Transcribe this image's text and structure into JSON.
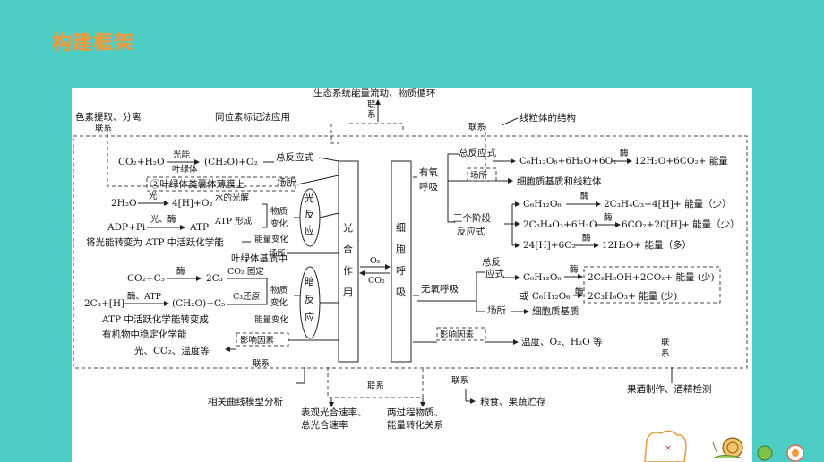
{
  "title": "构建框架",
  "top": {
    "ecosystem": "生态系统能量流动、物质循环",
    "lianxi": "联系",
    "isotope": "同位素标记法应用",
    "pigment": "色素提取、分离",
    "mito": "线粒体的结构"
  },
  "center": {
    "photo": [
      "光",
      "合",
      "作",
      "用"
    ],
    "resp": [
      "细",
      "胞",
      "呼",
      "吸"
    ],
    "o2": "O₂",
    "co2": "CO₂"
  },
  "photo": {
    "total_eq": "CO₂+H₂O ─→ (CH₂O)+O₂",
    "light_cond": "光能",
    "chloroplast": "叶绿体",
    "total": "总反应式",
    "site": "场所",
    "membrane": "②叶绿体类囊体薄膜上",
    "light_reaction": [
      "光",
      "反",
      "应"
    ],
    "water_eq": "2H₂O ─→ 4[H]+O₂",
    "light": "光",
    "water_split": "水的光解",
    "atp_eq": "ADP+Pi ─→ ATP",
    "light_enzyme": "光、酶",
    "atp_form": "ATP 形成",
    "matter_change": "物质变化",
    "energy_change": "能量变化",
    "light_to_atp": "将光能转变为 ATP 中活跃化学能",
    "stroma": "叶绿体基质中",
    "dark_reaction": [
      "暗",
      "反",
      "应"
    ],
    "fix_eq": "CO₂+C₅ ─→ 2C₃",
    "enzyme": "酶",
    "co2_fix": "CO₂ 固定",
    "reduce_eq": "2C₃+[H] ─→ (CH₂O)+C₅",
    "enzyme_atp": "酶、ATP",
    "c3_reduce": "C₃还原",
    "atp_to_chem": "ATP 中活跃化学能转变成",
    "stable_chem": "有机物中稳定化学能",
    "factors_list": "光、CO₂、温度等",
    "factors": "影响因素"
  },
  "aerobic": {
    "label": "有氧呼吸",
    "total": "总反应式",
    "total_eq": "C₆H₁₂O₆+6H₂O+6O₂ ─→ 12H₂O+6CO₂+ 能量",
    "enzyme": "酶",
    "site": "场所",
    "site_val": "细胞质基质和线粒体",
    "three_stage": "三个阶段",
    "stage_eq": "反应式",
    "s1": "C₆H₁₂O₆ ─→ 2C₃H₄O₃+4[H]+ 能量 (少)",
    "s2": "2C₃H₄O₃+6H₂O ─→ 6CO₂+20[H]+ 能量 (少)",
    "s3": "24[H]+6O₂ ─→ 12H₂O+ 能量 (多)"
  },
  "anaerobic": {
    "label": "无氧呼吸",
    "total": "总反应式",
    "eq1_left": "C₆H₁₂O₆",
    "eq1_right": "2C₂H₅OH+2CO₂+ 能量 (少)",
    "eq2_left": "或 C₆H₁₂O₆",
    "eq2_right": "2C₃H₆O₃+ 能量 (少)",
    "enzyme": "酶",
    "site": "场所",
    "site_val": "细胞质基质",
    "factors": "影响因素",
    "factors_list": "温度、O₂、H₂O 等"
  },
  "bottom": {
    "curves": "相关曲线模型分析",
    "rate1": "表观光合速率、",
    "rate2": "总光合速率",
    "process1": "两过程物质、",
    "process2": "能量转化关系",
    "grain": "粮食、果蔬贮存",
    "wine": "果酒制作、酒精检测",
    "lianxi": "联系"
  }
}
